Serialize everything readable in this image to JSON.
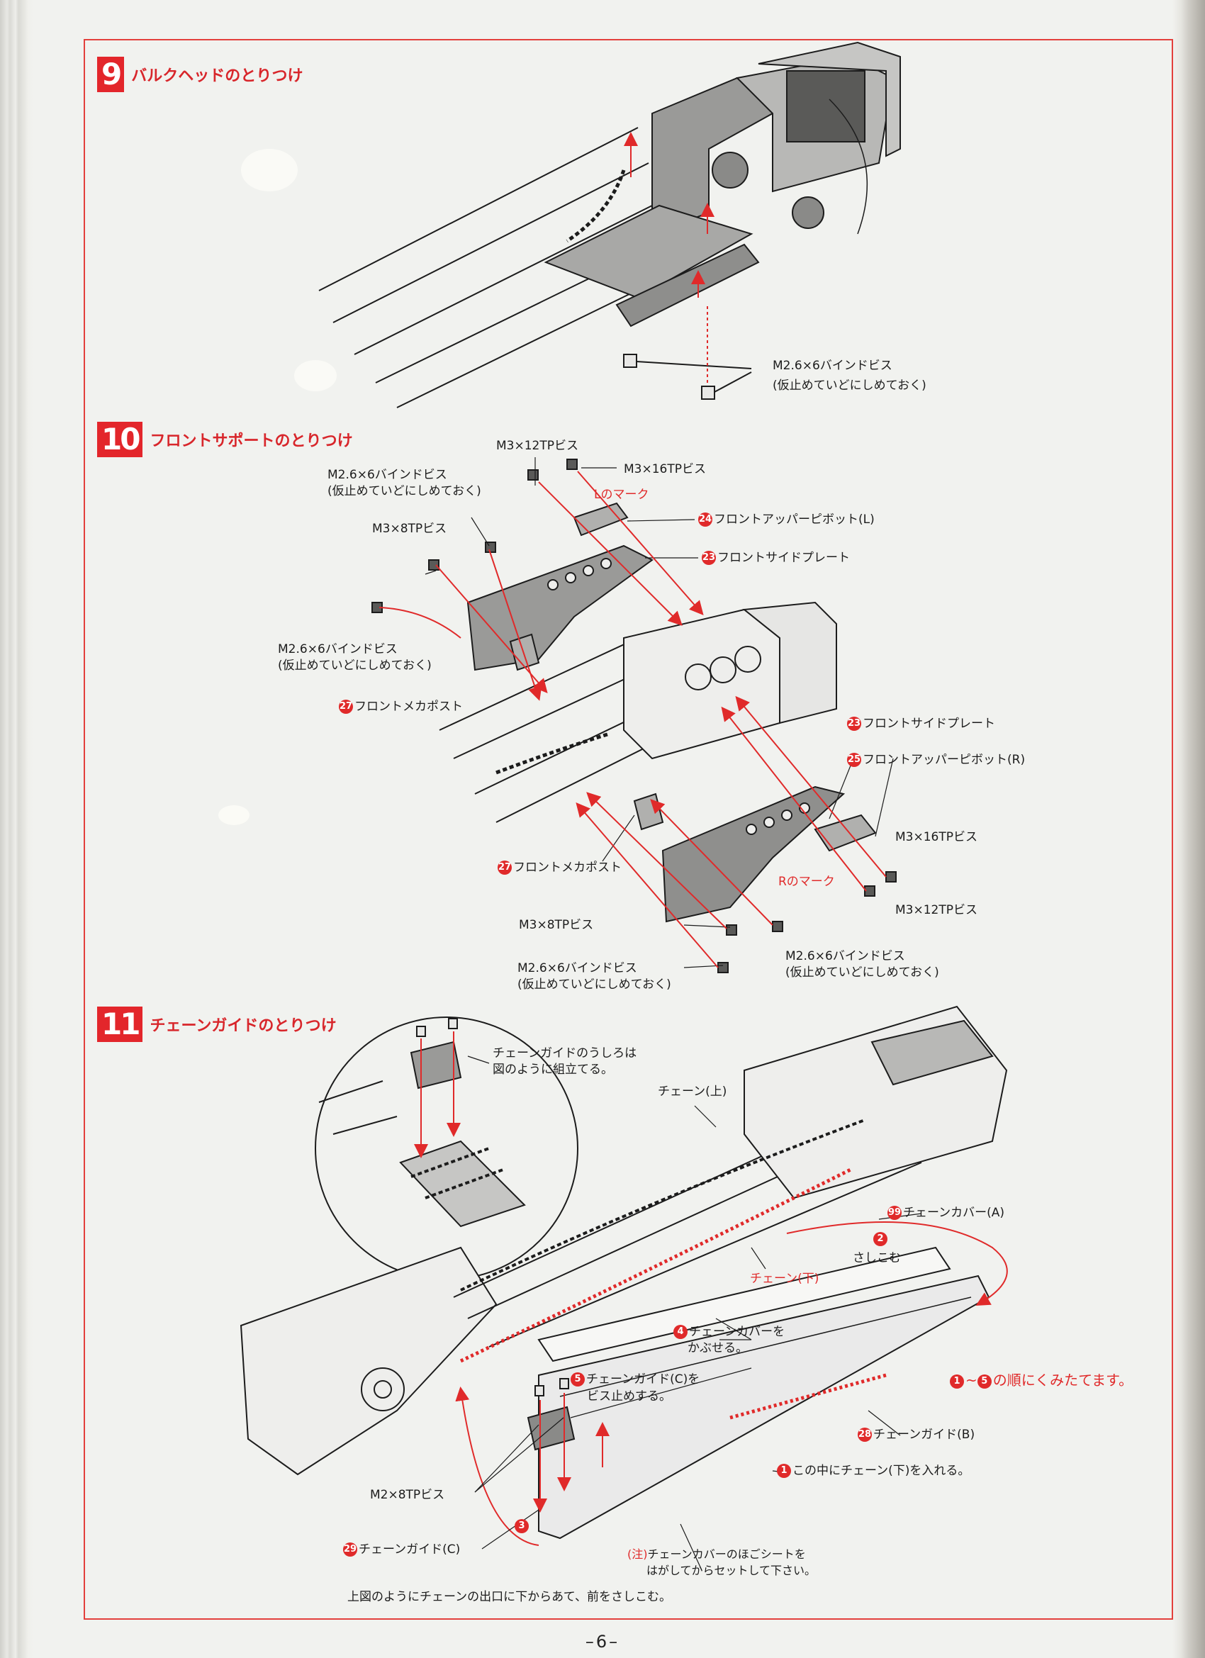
{
  "page_number": "–6–",
  "sections": [
    {
      "number": "9",
      "title": "バルクヘッドのとりつけ"
    },
    {
      "number": "10",
      "title": "フロントサポートのとりつけ"
    },
    {
      "number": "11",
      "title": "チェーンガイドのとりつけ"
    }
  ],
  "step9": {
    "screw_label": "M2.6×6バインドビス",
    "screw_note": "(仮止めていどにしめておく)"
  },
  "step10": {
    "labels": {
      "m3x12_top": "M3×12TPビス",
      "m3x16_top": "M3×16TPビス",
      "l_mark": "Lのマーク",
      "upper_pivot_l": "フロントアッパーピボット(L)",
      "side_plate_top": "フロントサイドプレート",
      "m26_upper": "M2.6×6バインドビス",
      "m26_upper_note": "(仮止めていどにしめておく)",
      "m3x8_upper": "M3×8TPビス",
      "m26_left": "M2.6×6バインドビス",
      "m26_left_note": "(仮止めていどにしめておく)",
      "meca_post_upper": "フロントメカポスト",
      "side_plate_lower": "フロントサイドプレート",
      "upper_pivot_r": "フロントアッパーピボット(R)",
      "m3x16_right": "M3×16TPビス",
      "meca_post_lower": "フロントメカポスト",
      "r_mark": "Rのマーク",
      "m3x12_right": "M3×12TPビス",
      "m3x8_lower": "M3×8TPビス",
      "m26_lower_right": "M2.6×6バインドビス",
      "m26_lower_right_note": "(仮止めていどにしめておく)",
      "m26_bottom": "M2.6×6バインドビス",
      "m26_bottom_note": "(仮止めていどにしめておく)"
    },
    "part_numbers": {
      "pivot_l": "24",
      "side_plate_top": "23",
      "meca_post_upper": "27",
      "side_plate_lower": "23",
      "pivot_r": "25",
      "meca_post_lower": "27"
    }
  },
  "step11": {
    "inset_note_line1": "チェーンガイドのうしろは",
    "inset_note_line2": "図のように組立てる。",
    "chain_upper": "チェーン(上)",
    "chain_cover_a": "チェーンカバー(A)",
    "step2": "さしこむ",
    "chain_lower": "チェーン(下)",
    "step4_line1": "チェーンカバーを",
    "step4_line2": "かぶせる。",
    "step5_line1": "チェーンガイド(C)を",
    "step5_line2": "ビス止めする。",
    "order_note": "の順にくみたてます。",
    "order_range": "~",
    "chain_guide_b": "チェーンガイド(B)",
    "step1": "この中にチェーン(下)を入れる。",
    "m2x8": "M2×8TPビス",
    "chain_guide_c": "チェーンガイド(C)",
    "caution_tag": "(注)",
    "caution_line1": "チェーンカバーのほごシートを",
    "caution_line2": "はがしてからセットして下さい。",
    "bottom_note": "上図のようにチェーンの出口に下からあて、前をさしこむ。",
    "part_numbers": {
      "chain_cover_a": "99",
      "chain_guide_b": "28",
      "chain_guide_c": "29"
    },
    "step_markers": {
      "s1": "1",
      "s2": "2",
      "s3": "3",
      "s4": "4",
      "s5": "5"
    }
  },
  "colors": {
    "accent_red": "#e3262b",
    "line": "#1c1c1c",
    "paper": "#f1f2ef"
  }
}
